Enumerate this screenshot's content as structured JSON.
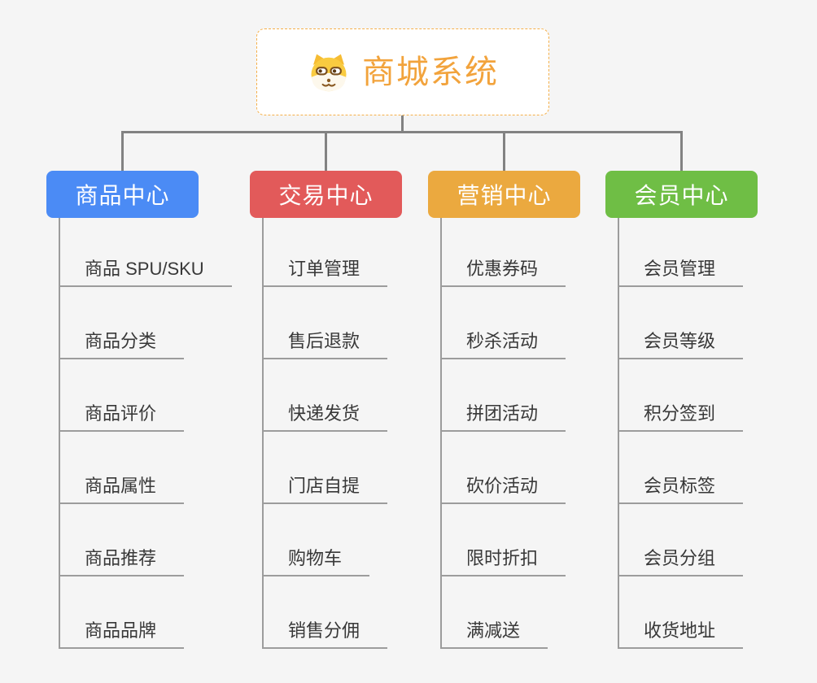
{
  "root": {
    "title": "商城系统",
    "title_color": "#f2a33c",
    "border_color": "#f5b04a",
    "icon": "dog-face-icon"
  },
  "connector_color": "#828282",
  "branches": [
    {
      "label": "商品中心",
      "color": "#4b8bf5",
      "items": [
        "商品 SPU/SKU",
        "商品分类",
        "商品评价",
        "商品属性",
        "商品推荐",
        "商品品牌"
      ]
    },
    {
      "label": "交易中心",
      "color": "#e25a5a",
      "items": [
        "订单管理",
        "售后退款",
        "快递发货",
        "门店自提",
        "购物车",
        "销售分佣"
      ]
    },
    {
      "label": "营销中心",
      "color": "#eba93f",
      "items": [
        "优惠券码",
        "秒杀活动",
        "拼团活动",
        "砍价活动",
        "限时折扣",
        "满减送"
      ]
    },
    {
      "label": "会员中心",
      "color": "#6fbe45",
      "items": [
        "会员管理",
        "会员等级",
        "积分签到",
        "会员标签",
        "会员分组",
        "收货地址"
      ]
    }
  ]
}
